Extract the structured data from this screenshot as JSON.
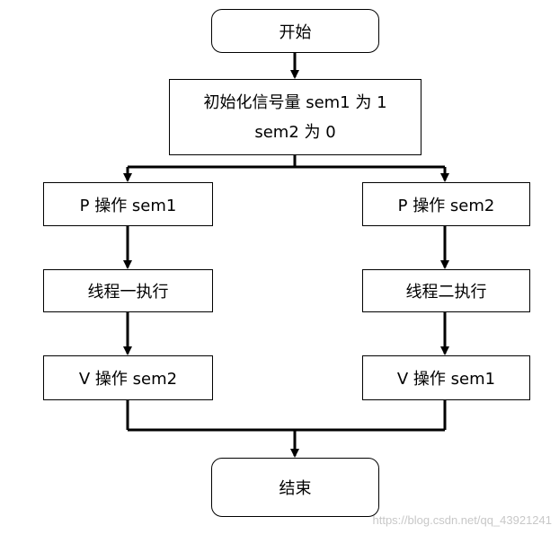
{
  "diagram": {
    "start": "开始",
    "init_line1": "初始化信号量 sem1 为 1",
    "init_line2": "sem2 为 0",
    "left": {
      "p_op": "P 操作 sem1",
      "thread": "线程一执行",
      "v_op": "V 操作 sem2"
    },
    "right": {
      "p_op": "P 操作 sem2",
      "thread": "线程二执行",
      "v_op": "V 操作 sem1"
    },
    "end": "结束"
  },
  "watermark": "https://blog.csdn.net/qq_43921241",
  "colors": {
    "line": "#000000",
    "box_border": "#000000",
    "watermark": "#c8c8c8"
  }
}
